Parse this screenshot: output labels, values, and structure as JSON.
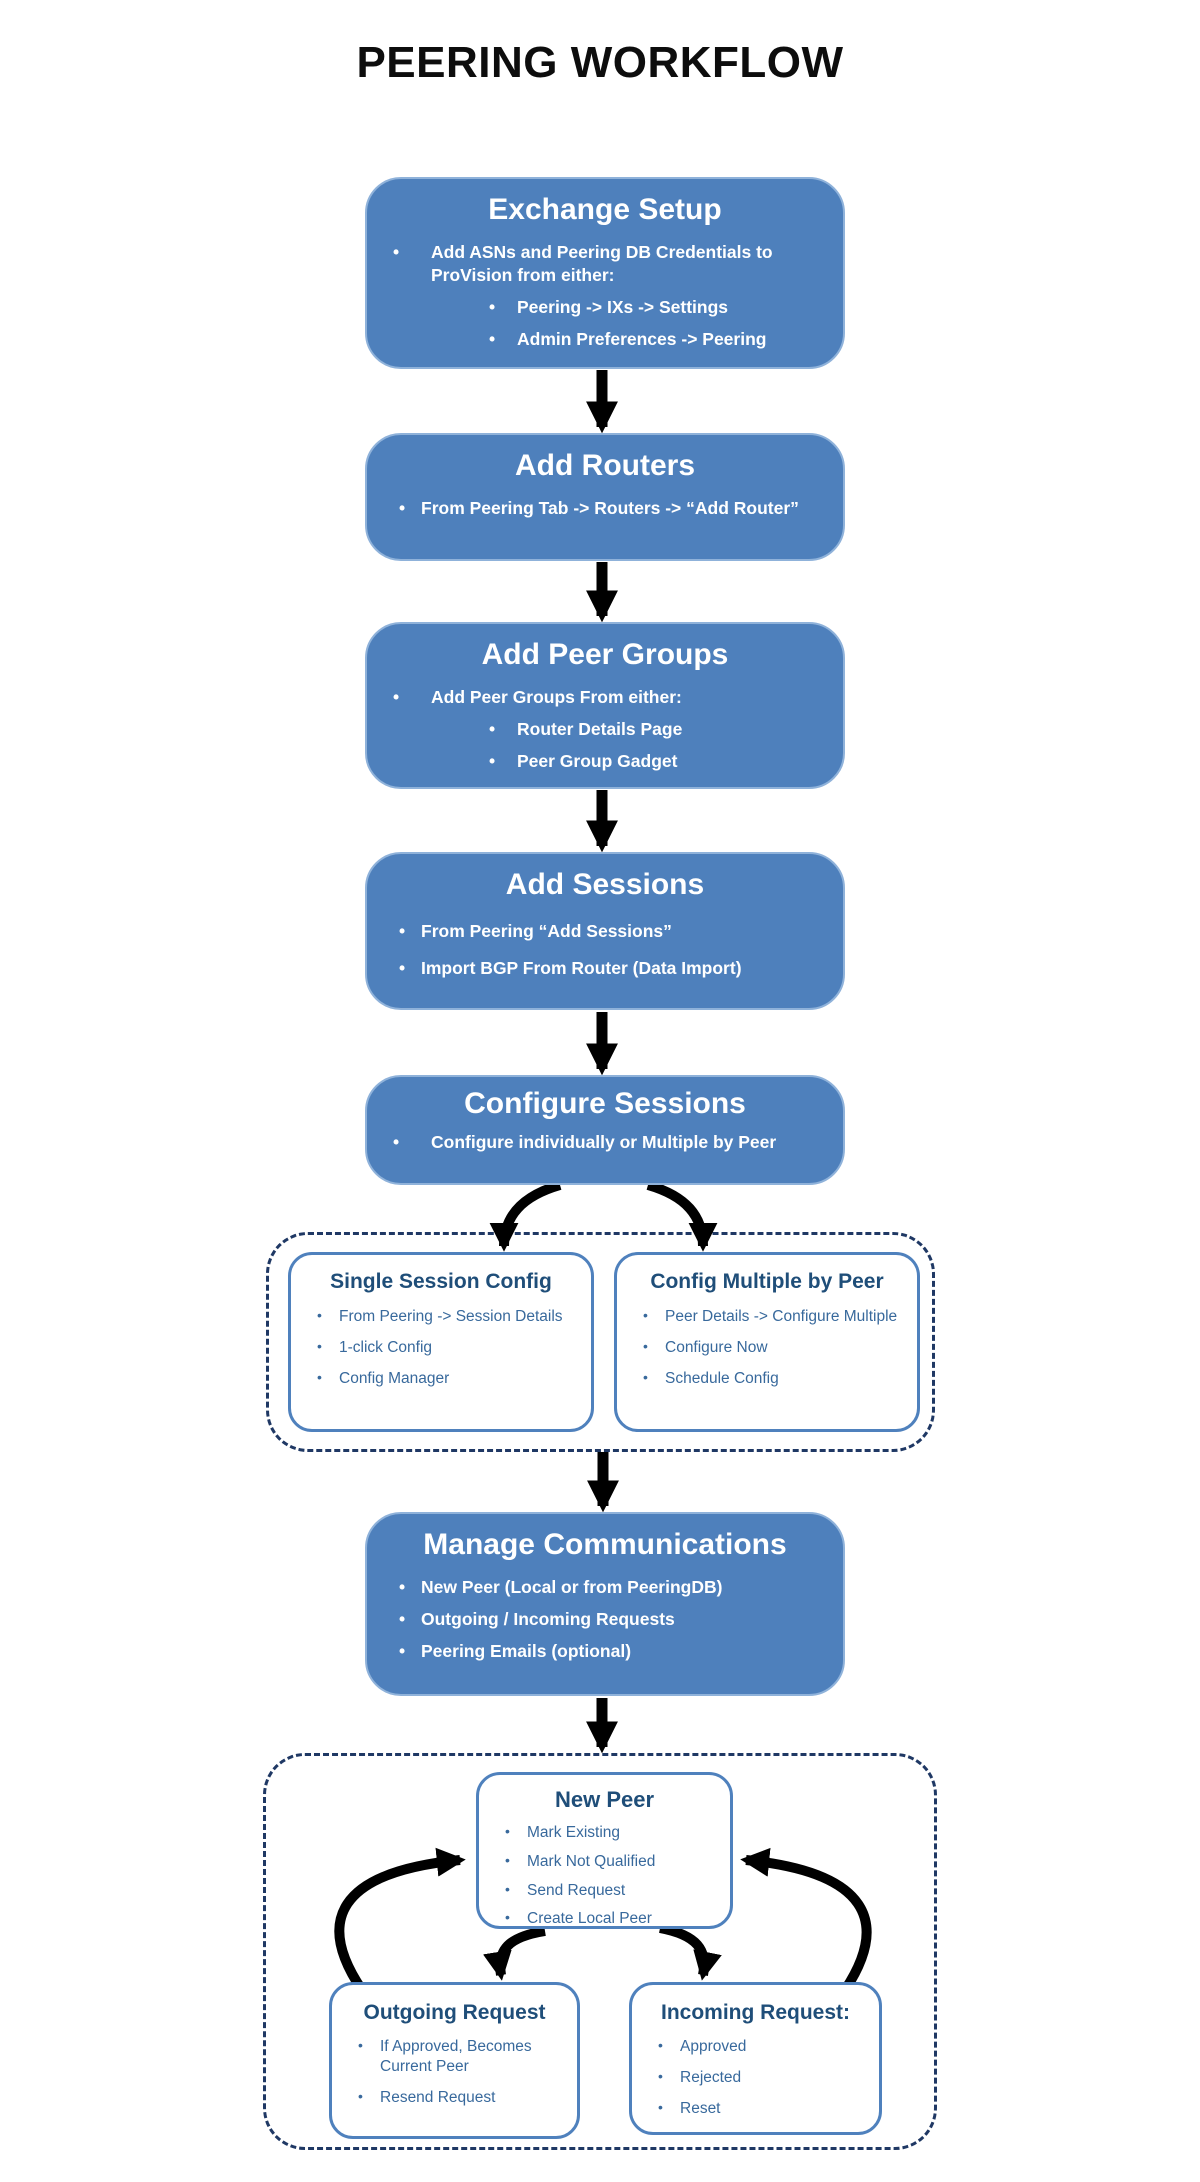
{
  "title": "PEERING WORKFLOW",
  "glyphs": {
    "bullet": "•"
  },
  "colors": {
    "node_fill": "#4e80bc",
    "node_text": "#ffffff",
    "dashed_border": "#1f3864",
    "subbox_border": "#4f81bd",
    "subbox_title_text": "#1f4e79",
    "subbox_body_text": "#38699c",
    "arrow": "#000000",
    "title_text": "#0d0d0d"
  },
  "nodes": {
    "exchange_setup": {
      "title": "Exchange Setup",
      "bullet1": "Add ASNs and Peering DB Credentials to ProVision from either:",
      "sub1": "Peering -> IXs -> Settings",
      "sub2": "Admin Preferences -> Peering"
    },
    "add_routers": {
      "title": "Add Routers",
      "bullet1": "From Peering Tab -> Routers -> “Add Router”"
    },
    "add_peer_groups": {
      "title": "Add Peer Groups",
      "bullet1": "Add Peer Groups From either:",
      "sub1": "Router Details Page",
      "sub2": "Peer Group Gadget"
    },
    "add_sessions": {
      "title": "Add Sessions",
      "bullet1": "From  Peering “Add Sessions”",
      "bullet2": "Import BGP From Router (Data Import)"
    },
    "configure_sessions": {
      "title": "Configure Sessions",
      "bullet1": "Configure individually or Multiple by Peer"
    },
    "single_session_config": {
      "title": "Single Session Config",
      "bullet1": "From Peering -> Session Details",
      "bullet2": "1-click Config",
      "bullet3": "Config Manager"
    },
    "config_multiple_by_peer": {
      "title": "Config Multiple by Peer",
      "bullet1": "Peer Details -> Configure Multiple",
      "bullet2": "Configure Now",
      "bullet3": "Schedule Config"
    },
    "manage_communications": {
      "title": "Manage Communications",
      "bullet1": "New Peer (Local or from PeeringDB)",
      "bullet2": "Outgoing / Incoming Requests",
      "bullet3": "Peering Emails (optional)"
    },
    "new_peer": {
      "title": "New Peer",
      "bullet1": "Mark Existing",
      "bullet2": "Mark Not Qualified",
      "bullet3": "Send Request",
      "bullet4": "Create Local Peer"
    },
    "outgoing_request": {
      "title": "Outgoing Request",
      "bullet1": "If Approved, Becomes Current Peer",
      "bullet2": "Resend Request"
    },
    "incoming_request": {
      "title": "Incoming Request:",
      "bullet1": "Approved",
      "bullet2": "Rejected",
      "bullet3": "Reset"
    }
  }
}
